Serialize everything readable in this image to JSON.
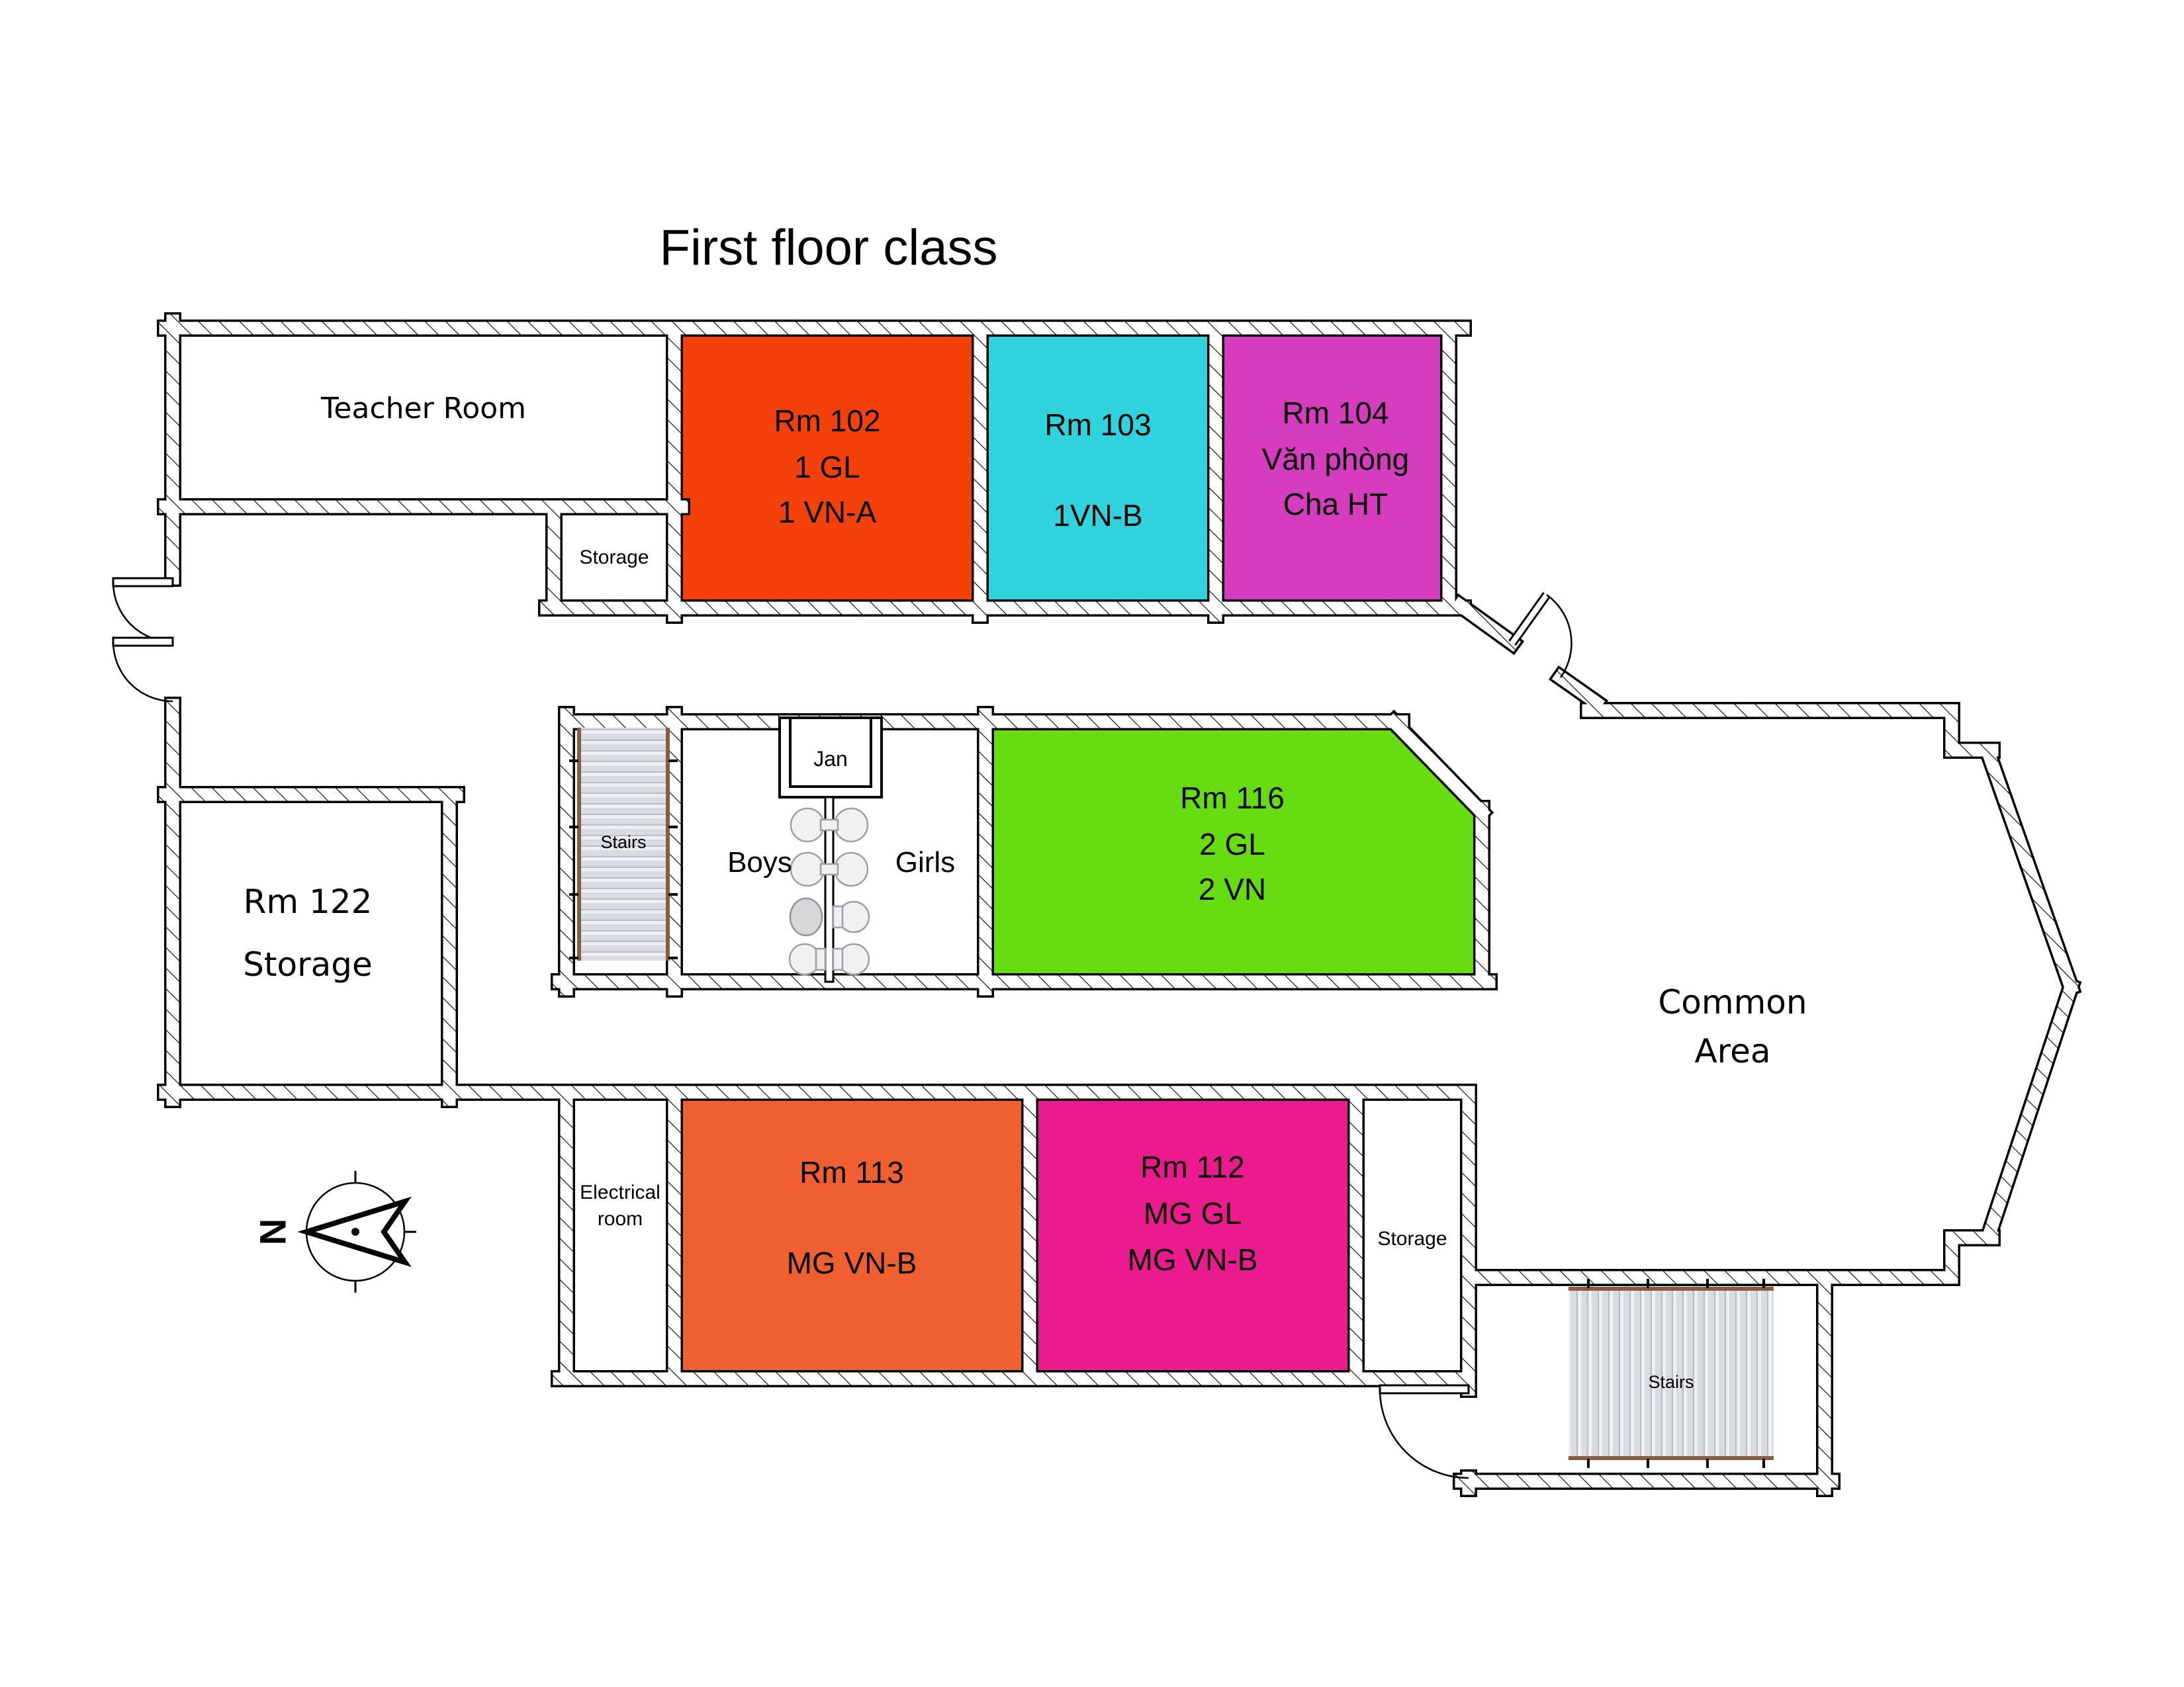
{
  "title": "First floor class",
  "compass": {
    "north": "N"
  },
  "rooms": {
    "teacher": {
      "label": "Teacher Room"
    },
    "storage_top": {
      "label": "Storage"
    },
    "rm102": {
      "name": "Rm 102",
      "line2": "1 GL",
      "line3": "1 VN-A",
      "color": "#F4410A"
    },
    "rm103": {
      "name": "Rm 103",
      "line2": "1VN-B",
      "color": "#2FD3DD"
    },
    "rm104": {
      "name": "Rm 104",
      "line2": "Văn phòng",
      "line3": "Cha HT",
      "color": "#D53CBE"
    },
    "stairs_mid": {
      "label": "Stairs"
    },
    "jan": {
      "label": "Jan"
    },
    "boys": {
      "label": "Boys"
    },
    "girls": {
      "label": "Girls"
    },
    "rm116": {
      "name": "Rm 116",
      "line2": "2 GL",
      "line3": "2 VN",
      "color": "#65DD10"
    },
    "rm122": {
      "line1": "Rm 122",
      "line2": "Storage"
    },
    "electrical": {
      "line1": "Electrical",
      "line2": "room"
    },
    "rm113": {
      "name": "Rm 113",
      "line2": "MG VN-B",
      "color": "#F05F30"
    },
    "rm112": {
      "name": "Rm 112",
      "line2": "MG GL",
      "line3": "MG VN-B",
      "color": "#EC1B8D"
    },
    "storage_bottom": {
      "label": "Storage"
    },
    "common": {
      "line1": "Common",
      "line2": "Area"
    },
    "stairs_bottom": {
      "label": "Stairs"
    }
  }
}
